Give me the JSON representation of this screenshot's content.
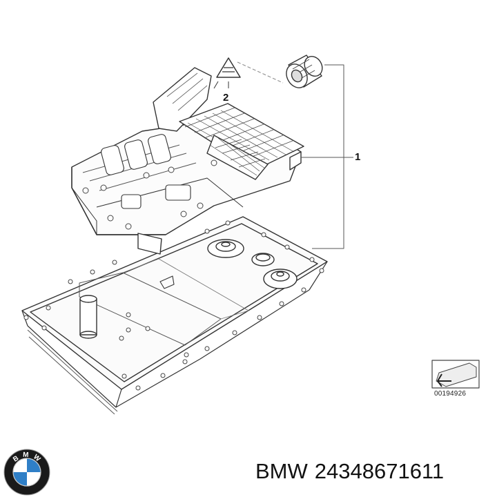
{
  "diagram": {
    "callouts": {
      "part_1": "1",
      "part_2": "2"
    },
    "reference_code": "00194926"
  },
  "caption": {
    "brand": "BMW",
    "part_number": "24348671611"
  },
  "logo": {
    "lettering": "BMW",
    "colors": {
      "ring": "#1a1a1a",
      "blue": "#2f7fc7",
      "white": "#ffffff",
      "outline": "#9a9a9a"
    }
  }
}
